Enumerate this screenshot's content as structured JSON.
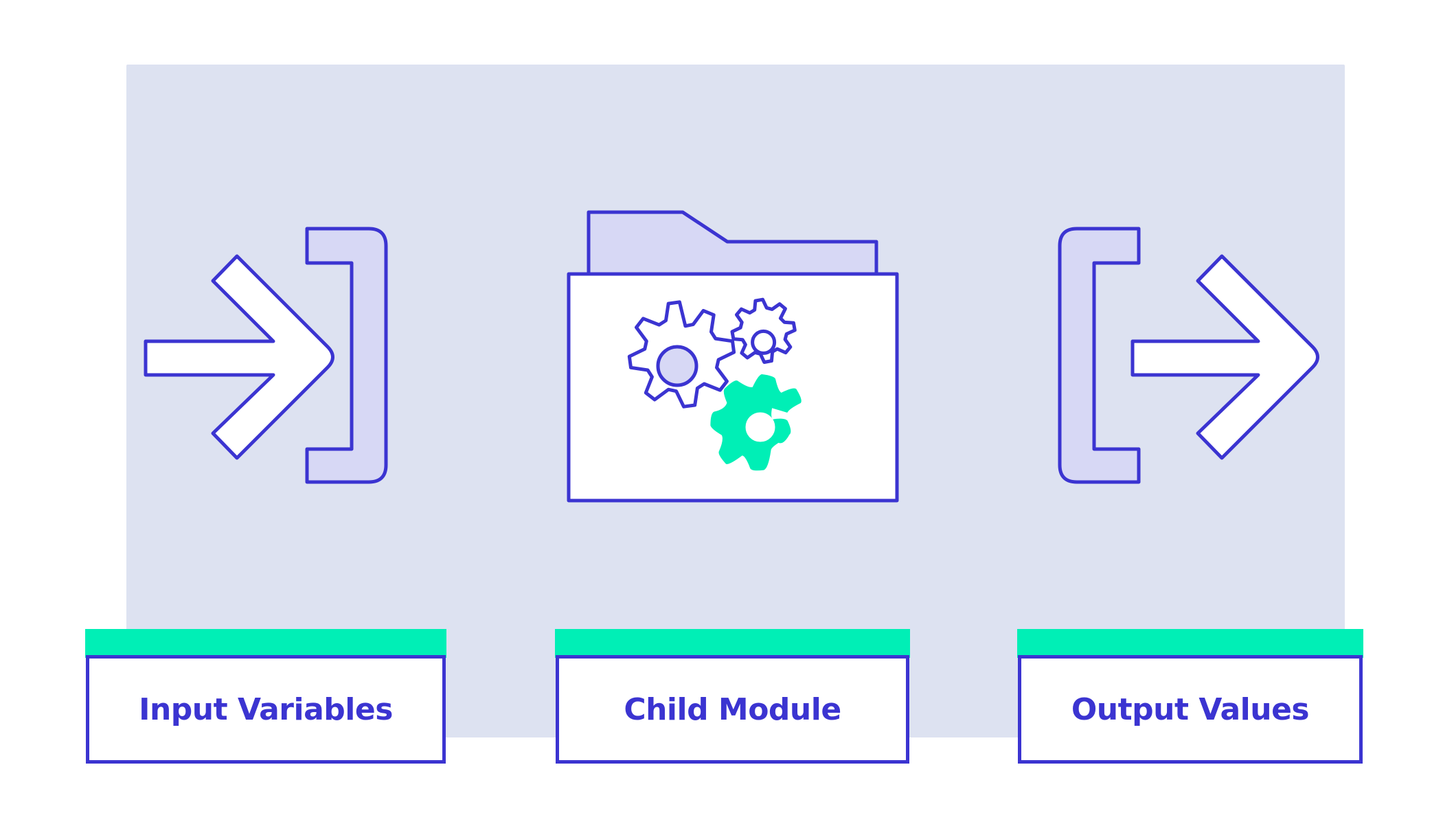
{
  "colors": {
    "background": "#ffffff",
    "panel": "#dde2f1",
    "stroke": "#3b34d1",
    "fill_light": "#d7d8f5",
    "accent": "#00efb6",
    "white": "#ffffff"
  },
  "nodes": [
    {
      "label": "Input Variables",
      "icon": "enter-arrow-icon"
    },
    {
      "label": "Child Module",
      "icon": "folder-gears-icon"
    },
    {
      "label": "Output Values",
      "icon": "exit-arrow-icon"
    }
  ]
}
